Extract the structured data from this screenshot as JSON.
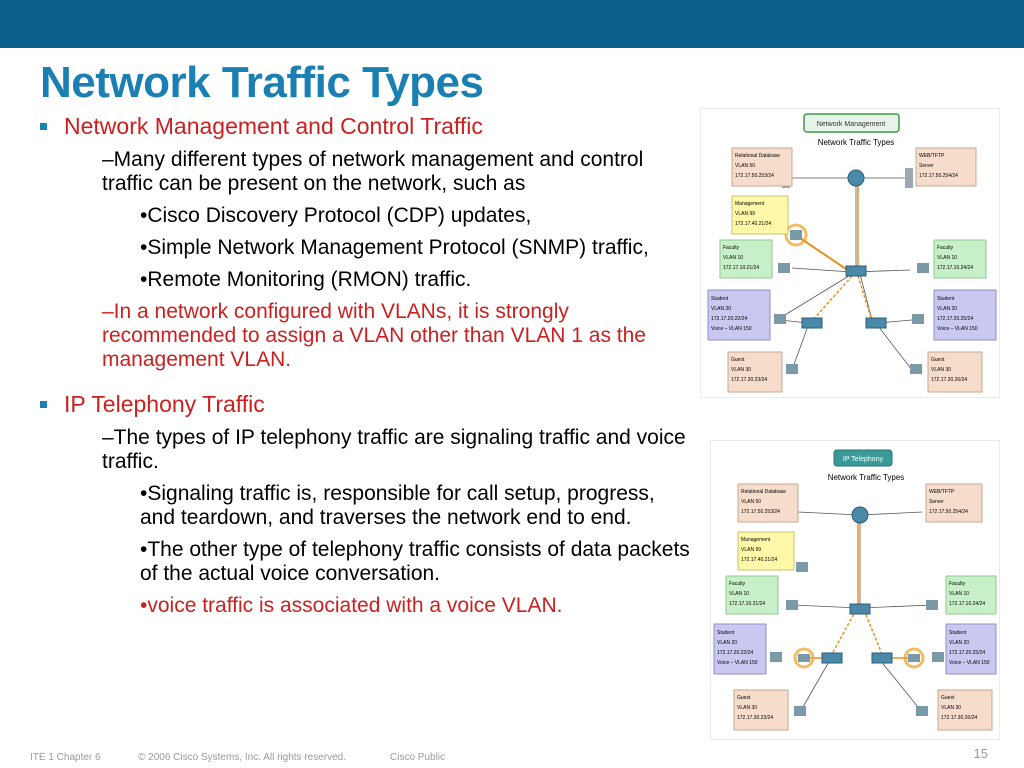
{
  "slide": {
    "title": "Network Traffic Types",
    "page_number": "15"
  },
  "colors": {
    "header_bar": "#0b5d8a",
    "title": "#1a7fb3",
    "bullet_red": "#cc1f1f"
  },
  "section1": {
    "heading": "Network Management and Control Traffic",
    "sub1": "–Many different types of network management and control traffic can be present on the network, such as",
    "items": [
      "•Cisco Discovery Protocol (CDP) updates,",
      "•Simple Network Management Protocol (SNMP) traffic,",
      "•Remote Monitoring (RMON) traffic."
    ],
    "sub2": "–In a network configured with VLANs, it is strongly recommended to assign a VLAN other than VLAN 1 as the management VLAN."
  },
  "section2": {
    "heading": "IP Telephony Traffic",
    "sub1": "–The types of IP telephony traffic are signaling traffic and voice traffic.",
    "items": [
      "•Signaling traffic is, responsible for call setup, progress, and teardown, and traverses the network end to end.",
      "•The other type of telephony traffic consists of data packets of the actual voice conversation."
    ],
    "item_red": "•voice traffic is associated with a voice VLAN."
  },
  "footer": {
    "course": "ITE 1 Chapter 6",
    "copyright": "© 2006 Cisco Systems, Inc. All rights reserved.",
    "classification": "Cisco Public"
  },
  "diagram1": {
    "badge": "Network Management",
    "heading": "Network Traffic Types",
    "boxes": {
      "reldb": [
        "Relational Database",
        "VLAN 50",
        "172.17.50.253/24"
      ],
      "web": [
        "WEB/TFTP",
        "Server",
        "172.17.50.254/24"
      ],
      "mgmt": [
        "Management",
        "VLAN 99",
        "172.17.40.21/24"
      ],
      "fac_l": [
        "Faculty",
        "VLAN 10",
        "172.17.10.21/24"
      ],
      "fac_r": [
        "Faculty",
        "VLAN 10",
        "172.17.10.24/24"
      ],
      "stu_l": [
        "Student",
        "VLAN 20",
        "172.17.20.22/24",
        "Voice – VLAN 150"
      ],
      "stu_r": [
        "Student",
        "VLAN 20",
        "172.17.20.25/24",
        "Voice – VLAN 150"
      ],
      "gst_l": [
        "Guest",
        "VLAN 30",
        "172.17.30.23/24"
      ],
      "gst_r": [
        "Guest",
        "VLAN 30",
        "172.17.30.26/24"
      ]
    }
  },
  "diagram2": {
    "badge": "IP Telephony",
    "heading": "Network Traffic Types"
  }
}
